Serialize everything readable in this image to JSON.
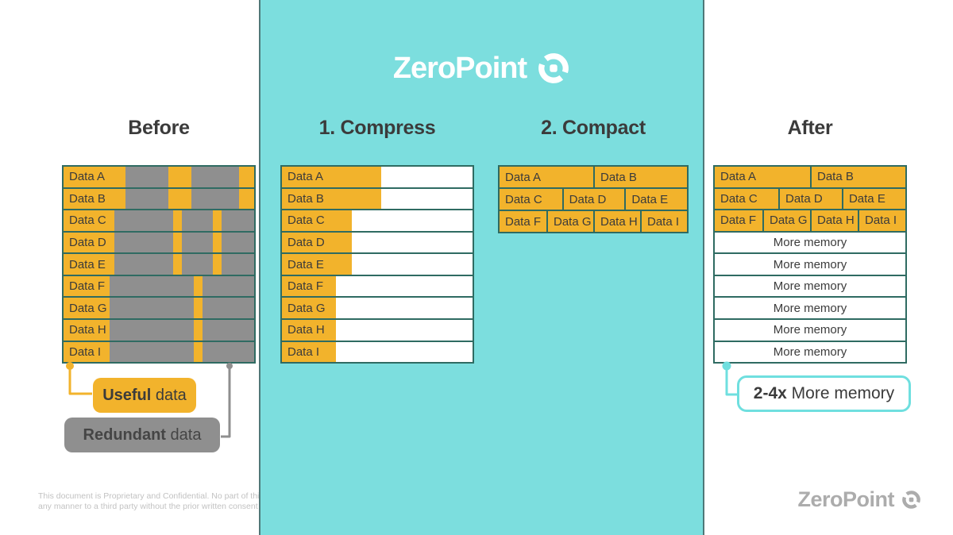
{
  "brand": {
    "logo_text": "ZeroPoint"
  },
  "columns": {
    "before": {
      "title": "Before",
      "rows": [
        {
          "label": "Data A",
          "label_w": 32.5,
          "segments": [
            {
              "x": 55,
              "w": 12
            },
            {
              "x": 92,
              "w": 8
            }
          ]
        },
        {
          "label": "Data B",
          "label_w": 32.5,
          "segments": [
            {
              "x": 55,
              "w": 12
            },
            {
              "x": 92,
              "w": 8
            }
          ]
        },
        {
          "label": "Data C",
          "label_w": 26.7,
          "segments": [
            {
              "x": 57.5,
              "w": 4.5
            },
            {
              "x": 78.5,
              "w": 4.5
            }
          ]
        },
        {
          "label": "Data D",
          "label_w": 26.7,
          "segments": [
            {
              "x": 57.5,
              "w": 4.5
            },
            {
              "x": 78.5,
              "w": 4.5
            }
          ]
        },
        {
          "label": "Data E",
          "label_w": 26.7,
          "segments": [
            {
              "x": 57.5,
              "w": 4.5
            },
            {
              "x": 78.5,
              "w": 4.5
            }
          ]
        },
        {
          "label": "Data F",
          "label_w": 24,
          "segments": [
            {
              "x": 68.5,
              "w": 4.5
            }
          ]
        },
        {
          "label": "Data G",
          "label_w": 24,
          "segments": [
            {
              "x": 68.5,
              "w": 4.5
            }
          ]
        },
        {
          "label": "Data H",
          "label_w": 24,
          "segments": [
            {
              "x": 68.5,
              "w": 4.5
            }
          ]
        },
        {
          "label": "Data I",
          "label_w": 24,
          "segments": [
            {
              "x": 68.5,
              "w": 4.5
            }
          ]
        }
      ]
    },
    "compress": {
      "title": "1. Compress",
      "rows": [
        {
          "label": "Data A",
          "label_w": 52
        },
        {
          "label": "Data B",
          "label_w": 52
        },
        {
          "label": "Data C",
          "label_w": 36.5
        },
        {
          "label": "Data D",
          "label_w": 36.5
        },
        {
          "label": "Data E",
          "label_w": 36.5
        },
        {
          "label": "Data F",
          "label_w": 28.5
        },
        {
          "label": "Data G",
          "label_w": 28.5
        },
        {
          "label": "Data H",
          "label_w": 28.5
        },
        {
          "label": "Data I",
          "label_w": 28.5
        }
      ]
    },
    "compact": {
      "title": "2. Compact",
      "rows": [
        [
          "Data A",
          "Data B"
        ],
        [
          "Data C",
          "Data D",
          "Data E"
        ],
        [
          "Data F",
          "Data G",
          "Data H",
          "Data I"
        ]
      ]
    },
    "after": {
      "title": "After",
      "memory_label": "More memory",
      "memory_rows": 6
    }
  },
  "legend": {
    "useful": {
      "bold": "Useful",
      "rest": " data"
    },
    "redundant": {
      "bold": "Redundant",
      "rest": " data"
    }
  },
  "callout": {
    "bold": "2-4x",
    "rest": " More memory"
  },
  "footer": {
    "disclaimer_line1": "This document is Proprietary and Confidential. No part of this",
    "disclaimer_line2": "any manner to a third party without the prior written consent",
    "logo_text": "ZeroPoint"
  },
  "colors": {
    "teal_panel": "#7CDEDE",
    "teal_panel_edge": "#4F7878",
    "accent_yellow": "#F2B32C",
    "redundant_gray": "#8F8F8F",
    "table_border": "#2F6B62",
    "callout_teal": "#6FDFDF",
    "text_dark": "#3B3B3B"
  }
}
